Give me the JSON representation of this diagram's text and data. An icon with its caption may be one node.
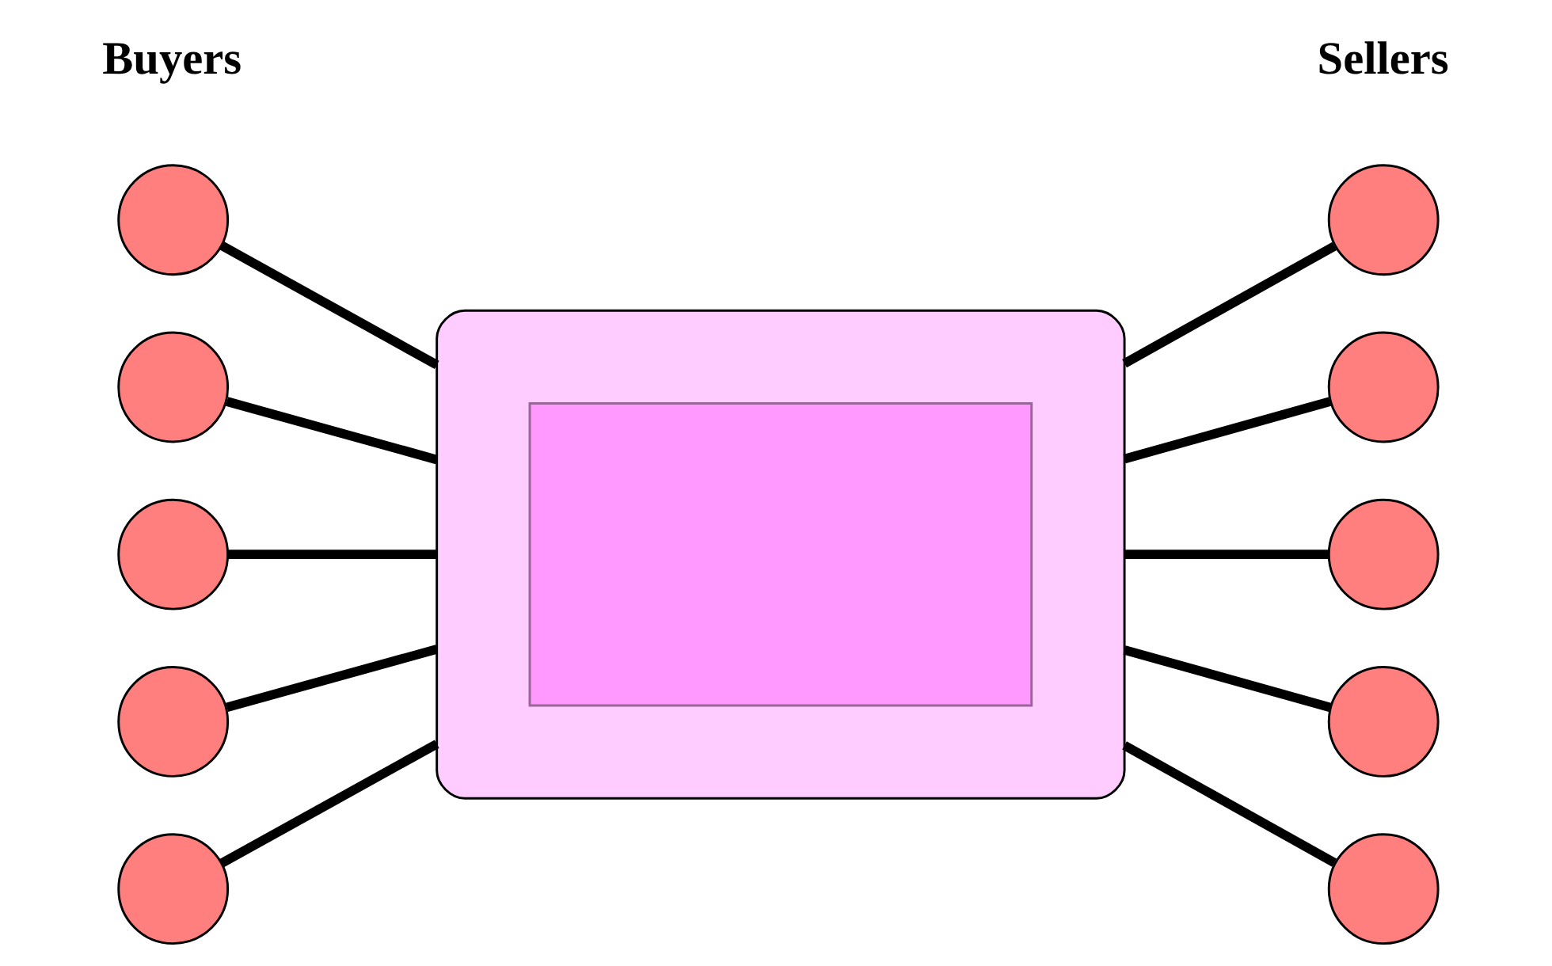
{
  "diagram": {
    "nodes": [
      {
        "text": [],
        "shape": "circle"
      },
      {
        "text": [],
        "shape": "circle"
      },
      {
        "text": [],
        "shape": "circle"
      },
      {
        "text": [],
        "shape": "circle"
      },
      {
        "text": [],
        "shape": "circle"
      },
      {
        "text": [],
        "shape": "ellipse"
      },
      {
        "text": [],
        "shape": "box",
        "in": 5
      },
      {
        "text": [],
        "shape": "circle"
      },
      {
        "text": [],
        "shape": "circle"
      },
      {
        "text": [],
        "shape": "circle"
      },
      {
        "text": [],
        "shape": "circle"
      },
      {
        "text": [],
        "shape": "circle"
      }
    ],
    "edges": [
      {
        "from": 0,
        "to": 5,
        "arrow": "none"
      },
      {
        "from": 1,
        "to": 5,
        "arrow": "none"
      },
      {
        "from": 2,
        "to": 5,
        "arrow": "none"
      },
      {
        "from": 3,
        "to": 5,
        "arrow": "none"
      },
      {
        "from": 4,
        "to": 5,
        "arrow": "none"
      },
      {
        "from": 5,
        "to": 7,
        "arrow": "none"
      },
      {
        "from": 5,
        "to": 8,
        "arrow": "none"
      },
      {
        "from": 5,
        "to": 9,
        "arrow": "none"
      },
      {
        "from": 5,
        "to": 10,
        "arrow": "none"
      },
      {
        "from": 5,
        "to": 11,
        "arrow": "none"
      }
    ],
    "labels": [
      "Buyers",
      "Sellers"
    ]
  }
}
